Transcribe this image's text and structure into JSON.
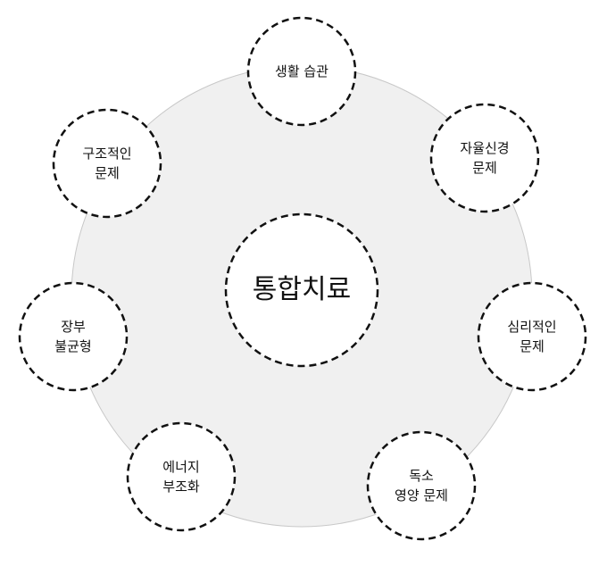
{
  "diagram": {
    "center": {
      "label": "통합치료"
    },
    "nodes": [
      {
        "label": "생활 습관"
      },
      {
        "label": "자율신경\n문제"
      },
      {
        "label": "심리적인\n문제"
      },
      {
        "label": "독소\n영양 문제"
      },
      {
        "label": "에너지\n부조화"
      },
      {
        "label": "장부\n불균형"
      },
      {
        "label": "구조적인\n문제"
      }
    ],
    "colors": {
      "ring_fill": "#f0f0f0",
      "ring_stroke": "#c8c8c8",
      "dash_stroke": "#111111",
      "node_fill": "#ffffff"
    }
  }
}
